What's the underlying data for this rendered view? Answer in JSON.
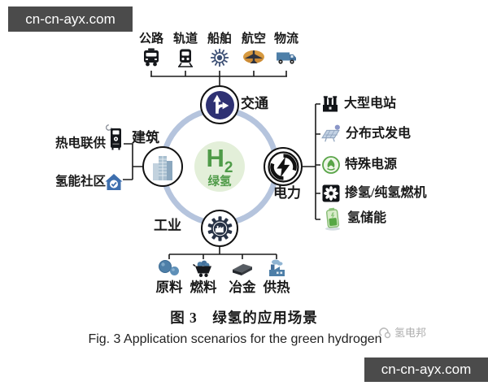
{
  "watermarks": {
    "top_left": "cn-cn-ayx.com",
    "bottom_right": "cn-cn-ayx.com",
    "logo_text": "氢电邦"
  },
  "center": {
    "formula": "H",
    "subscript": "2",
    "label": "绿氢"
  },
  "hubs": {
    "transport": "交通",
    "power": "电力",
    "industry": "工业",
    "building": "建筑"
  },
  "transport": {
    "items": [
      {
        "label": "公路",
        "icon": "bus-icon"
      },
      {
        "label": "轨道",
        "icon": "train-icon"
      },
      {
        "label": "船舶",
        "icon": "ship-wheel-icon"
      },
      {
        "label": "航空",
        "icon": "plane-icon"
      },
      {
        "label": "物流",
        "icon": "truck-icon"
      }
    ]
  },
  "power": {
    "items": [
      {
        "label": "大型电站",
        "icon": "power-plant-icon"
      },
      {
        "label": "分布式发电",
        "icon": "solar-panel-icon"
      },
      {
        "label": "特殊电源",
        "icon": "eco-power-icon"
      },
      {
        "label": "掺氢/纯氢燃机",
        "icon": "turbine-fan-icon"
      },
      {
        "label": "氢储能",
        "icon": "battery-icon"
      }
    ]
  },
  "building": {
    "items": [
      {
        "label": "热电联供",
        "icon": "heater-icon"
      },
      {
        "label": "氢能社区",
        "icon": "house-check-icon"
      }
    ]
  },
  "industry": {
    "items": [
      {
        "label": "原料",
        "icon": "spheres-icon"
      },
      {
        "label": "燃料",
        "icon": "coal-cart-icon"
      },
      {
        "label": "冶金",
        "icon": "ingot-icon"
      },
      {
        "label": "供热",
        "icon": "heat-factory-icon"
      }
    ]
  },
  "caption": {
    "zh": "图 3　绿氢的应用场景",
    "en": "Fig. 3   Application scenarios for the green hydrogen"
  },
  "colors": {
    "watermark_bg": "#4b4b4b",
    "ring": "#b5c4dd",
    "hydrogen_green": "#4f9b48",
    "center_bg": "#e3efd9",
    "traffic_navy": "#2e3173",
    "steel_blue": "#4e7fa8",
    "eco_green": "#58a447",
    "connector_line": "#1a1a1a"
  }
}
